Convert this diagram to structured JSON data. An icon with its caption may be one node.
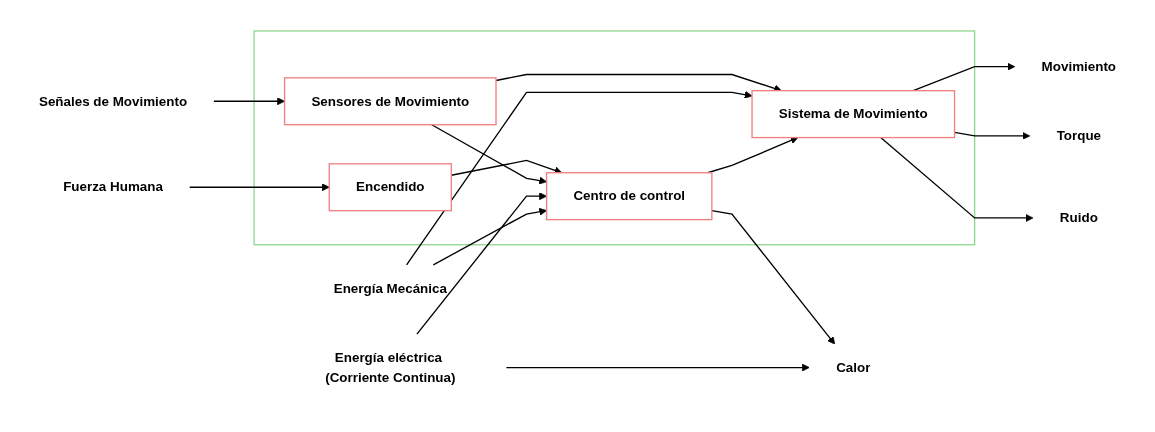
{
  "diagram": {
    "nodes": [
      {
        "text": [],
        "shape": "box"
      },
      {
        "text": [
          "Fuerza Humana"
        ]
      },
      {
        "text": [
          "Encendido"
        ],
        "in": 0
      },
      {
        "text": [
          "Señales de Movimiento"
        ]
      },
      {
        "text": [
          "Sensores de Movimiento"
        ],
        "in": 0
      },
      {
        "text": [
          "Centro de control"
        ],
        "in": 0
      },
      {
        "text": [
          "Sistema de Movimiento"
        ],
        "in": 0
      },
      {
        "text": [
          "Energía eléctrica (Corriente Continua)"
        ]
      },
      {
        "text": [
          "Energía Mecánica"
        ]
      },
      {
        "text": [
          "Movimiento"
        ]
      },
      {
        "text": [
          "Torque"
        ]
      },
      {
        "text": [
          "Calor"
        ]
      },
      {
        "text": [
          "Ruido"
        ]
      }
    ],
    "edges": [
      {
        "from": 1,
        "to": 2,
        "arrow": "to"
      },
      {
        "from": 2,
        "to": 5,
        "arrow": "to"
      },
      {
        "from": 3,
        "to": 4,
        "arrow": "to"
      },
      {
        "from": 4,
        "to": 5,
        "arrow": "to"
      },
      {
        "from": 4,
        "to": 6,
        "arrow": "to"
      },
      {
        "from": 7,
        "to": 5,
        "arrow": "to"
      },
      {
        "from": 7,
        "to": 11,
        "arrow": "to"
      },
      {
        "from": 5,
        "to": 11,
        "arrow": "to"
      },
      {
        "from": 8,
        "to": 5,
        "arrow": "to"
      },
      {
        "from": 8,
        "to": 6,
        "arrow": "to"
      },
      {
        "from": 5,
        "to": 6,
        "arrow": "to"
      },
      {
        "from": 6,
        "to": 9,
        "arrow": "to"
      },
      {
        "from": 6,
        "to": 10,
        "arrow": "to"
      },
      {
        "from": 6,
        "to": 12,
        "arrow": "to"
      }
    ]
  }
}
